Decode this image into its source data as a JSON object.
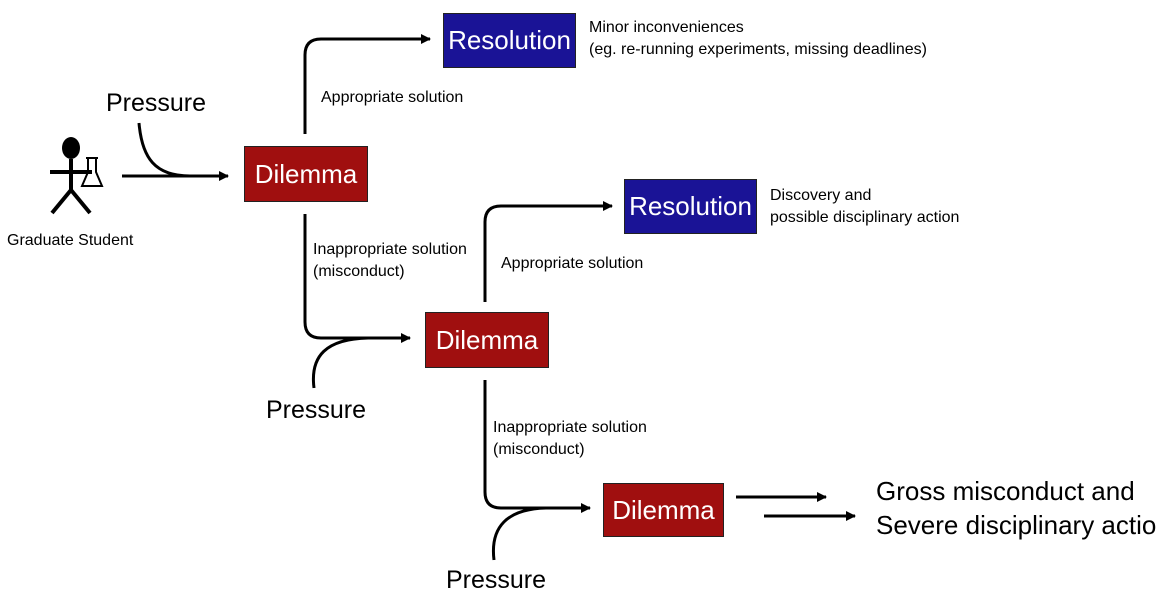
{
  "student": {
    "label": "Graduate Student"
  },
  "pressure_labels": [
    "Pressure",
    "Pressure",
    "Pressure"
  ],
  "dilemma_label": "Dilemma",
  "resolution_label": "Resolution",
  "solutions": {
    "appropriate": "Appropriate solution",
    "inappropriate_line1": "Inappropriate solution",
    "inappropriate_line2": "(misconduct)"
  },
  "outcomes": {
    "minor_line1": "Minor inconveniences",
    "minor_line2": "(eg. re-running experiments, missing deadlines)",
    "discovery_line1": "Discovery and",
    "discovery_line2": "possible disciplinary action",
    "gross_line1": "Gross misconduct and",
    "gross_line2": "Severe disciplinary action"
  },
  "colors": {
    "dilemma": "#a00f0f",
    "resolution": "#1a1396",
    "arrow": "#000000"
  }
}
